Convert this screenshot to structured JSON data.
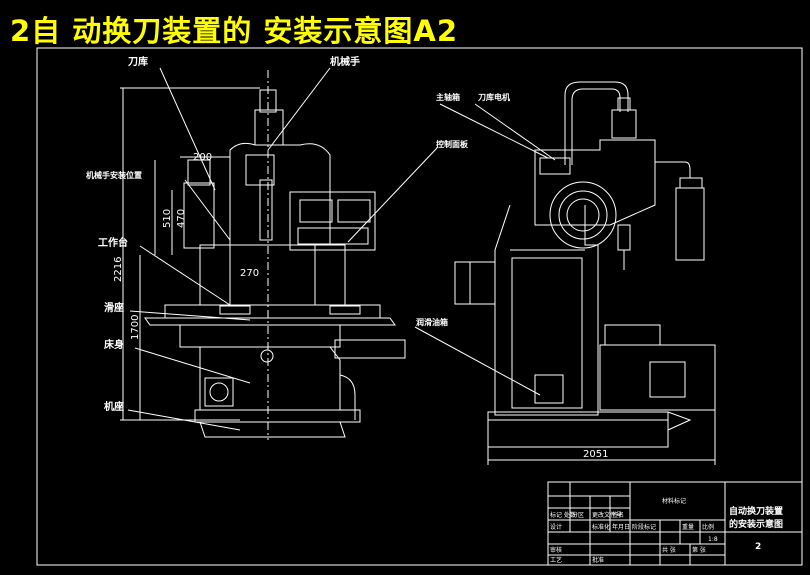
{
  "title": "2自 动换刀装置的 安装示意图A2",
  "front_view": {
    "callouts": {
      "tool_magazine": "刀库",
      "manipulator": "机械手",
      "manipulator_mount": "机械手安装位置",
      "worktable": "工作台",
      "saddle": "滑座",
      "bed": "床身",
      "base": "机座"
    },
    "dimensions": {
      "d200": "200",
      "d510": "510",
      "d470": "470",
      "d270": "270",
      "d2216": "2216",
      "d1700": "1700"
    }
  },
  "side_view": {
    "callouts": {
      "spindle_box": "主轴箱",
      "magazine_motor": "刀库电机",
      "control_panel": "控制面板",
      "lube_box": "润滑油箱"
    },
    "dimensions": {
      "d2051": "2051"
    }
  },
  "title_block": {
    "material_mark": "材料标记",
    "drawing_name_line1": "自动换刀装置",
    "drawing_name_line2": "的安装示意图",
    "drawing_number": "2",
    "row_labels": [
      "标记 处数",
      "设计",
      "审核",
      "工艺"
    ],
    "col_labels": [
      "分区",
      "更改文件号",
      "签名",
      "年月日"
    ],
    "standardization": "标准化",
    "approve": "批准",
    "stage_label": "阶段标记",
    "weight_label": "重量",
    "scale_label": "比例",
    "scale_value": "1:8",
    "sheets_total": "共 张",
    "sheet_no": "第 张"
  }
}
